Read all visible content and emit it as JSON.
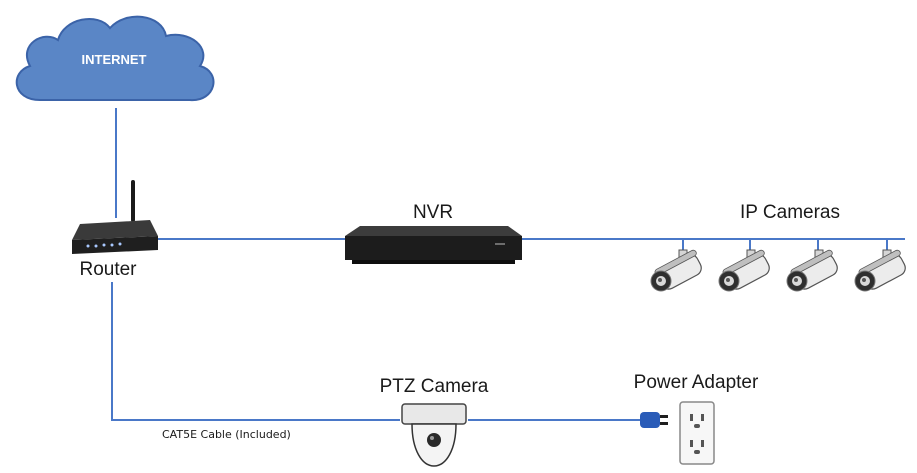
{
  "diagram": {
    "internet_label": "INTERNET",
    "router_label": "Router",
    "nvr_label": "NVR",
    "ip_cameras_label": "IP Cameras",
    "ptz_camera_label": "PTZ Camera",
    "power_adapter_label": "Power Adapter",
    "cable_label": "CAT5E Cable (Included)",
    "ip_camera_count": 4
  },
  "colors": {
    "link_line": "#4a78c8",
    "cloud_fill": "#5a86c6",
    "cloud_stroke": "#3b63a8",
    "device_dark": "#2a2a2a"
  }
}
